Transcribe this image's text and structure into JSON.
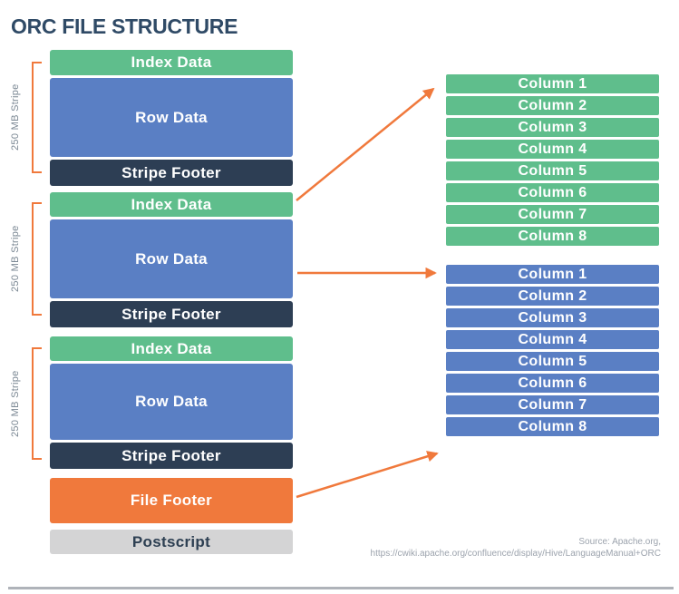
{
  "title": "ORC FILE STRUCTURE",
  "stripes": [
    {
      "size_label": "250 MB Stripe",
      "index_label": "Index Data",
      "row_label": "Row Data",
      "footer_label": "Stripe Footer"
    },
    {
      "size_label": "250 MB Stripe",
      "index_label": "Index Data",
      "row_label": "Row Data",
      "footer_label": "Stripe Footer"
    },
    {
      "size_label": "250 MB Stripe",
      "index_label": "Index Data",
      "row_label": "Row Data",
      "footer_label": "Stripe Footer"
    }
  ],
  "file_footer_label": "File Footer",
  "postscript_label": "Postscript",
  "column_groups": [
    {
      "id": "index-data-columns",
      "color": "#5FBE8C",
      "labels": [
        "Column 1",
        "Column 2",
        "Column 3",
        "Column 4",
        "Column 5",
        "Column 6",
        "Column 7",
        "Column 8"
      ]
    },
    {
      "id": "row-data-columns",
      "color": "#5A7FC4",
      "labels": [
        "Column 1",
        "Column 2",
        "Column 3",
        "Column 4",
        "Column 5",
        "Column 6",
        "Column 7",
        "Column 8"
      ]
    }
  ],
  "source": {
    "line1": "Source: Apache.org,",
    "line2": "https://cwiki.apache.org/confluence/display/Hive/LanguageManual+ORC"
  },
  "colors": {
    "green": "#5FBE8C",
    "blue": "#5A7FC4",
    "navy": "#2D3E54",
    "orange": "#F0793C",
    "postscript_gray": "#D4D4D5",
    "title_text": "#2F4A66",
    "size_label_text": "#7A8793",
    "source_text": "#9CA3AD",
    "divider": "#AFB3B9"
  }
}
